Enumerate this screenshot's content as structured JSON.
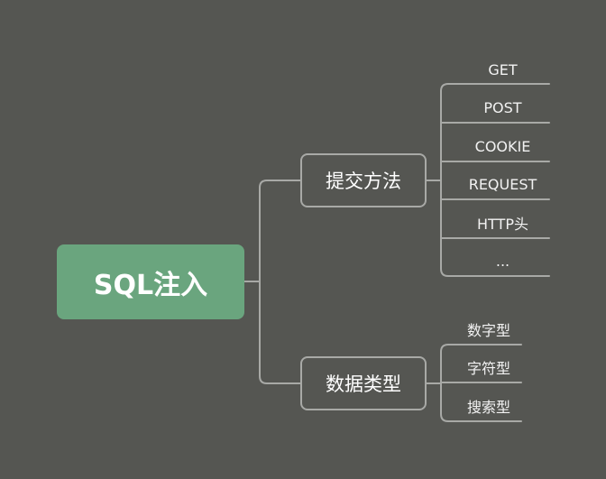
{
  "mindmap": {
    "root": {
      "label": "SQL注入"
    },
    "branches": [
      {
        "label": "提交方法",
        "children": [
          "GET",
          "POST",
          "COOKIE",
          "REQUEST",
          "HTTP头",
          "..."
        ]
      },
      {
        "label": "数据类型",
        "children": [
          "数字型",
          "字符型",
          "搜索型"
        ]
      }
    ]
  },
  "colors": {
    "background": "#555652",
    "root_fill": "#6aa57e",
    "connector": "#a8a9a6",
    "text": "#ffffff"
  }
}
